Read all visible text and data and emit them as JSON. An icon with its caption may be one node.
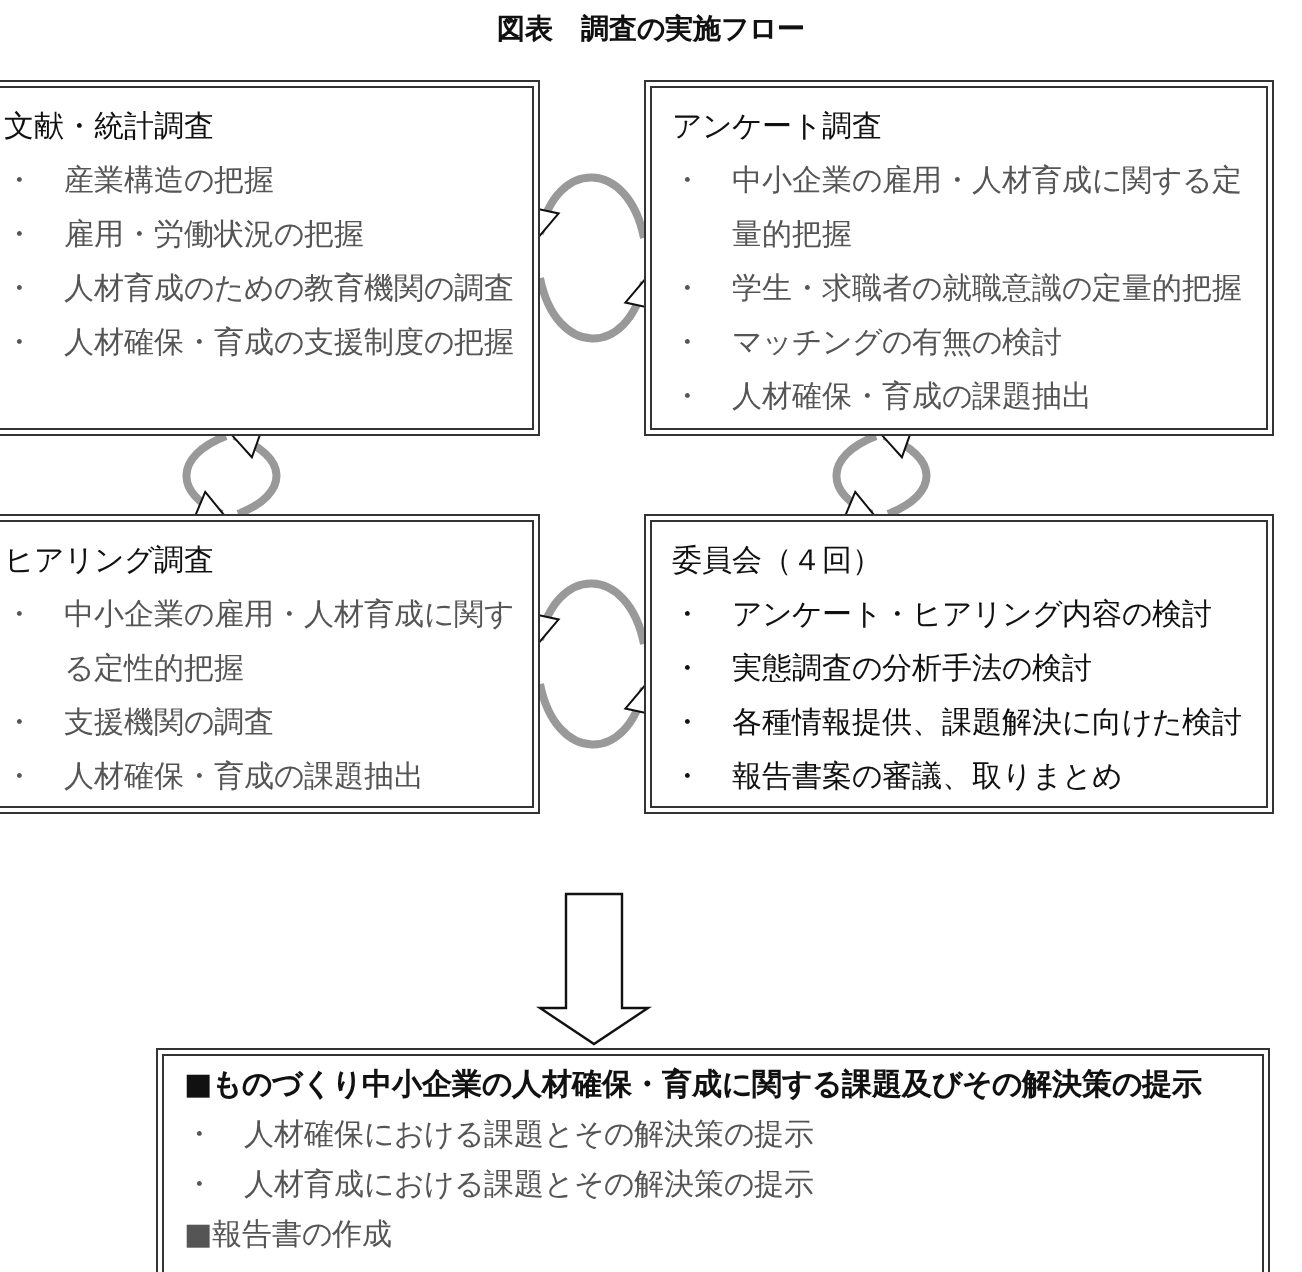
{
  "diagram": {
    "title": "図表　調査の実施フロー",
    "nodes": [
      {
        "text": [
          "文献・統計調査",
          "・　産業構造の把握",
          "・　雇用・労働状況の把握",
          "・　人材育成のための教育機関の調査",
          "・　人材確保・育成の支援制度の把握"
        ]
      },
      {
        "text": [
          "アンケート調査",
          "・　中小企業の雇用・人材育成に関する定量的把握",
          "・　学生・求職者の就職意識の定量的把握",
          "・　マッチングの有無の検討",
          "・　人材確保・育成の課題抽出"
        ]
      },
      {
        "text": [
          "ヒアリング調査",
          "・　中小企業の雇用・人材育成に関する定性的把握",
          "・　支援機関の調査",
          "・　人材確保・育成の課題抽出"
        ]
      },
      {
        "text": [
          "委員会（４回）",
          "・　アンケート・ヒアリング内容の検討",
          "・　実態調査の分析手法の検討",
          "・　各種情報提供、課題解決に向けた検討",
          "・　報告書案の審議、取りまとめ"
        ]
      },
      {
        "text": [
          "■ものづくり中小企業の人材確保・育成に関する課題及びその解決策の提示",
          "・　人材確保における課題とその解決策の提示",
          "・　人材育成における課題とその解決策の提示",
          "■報告書の作成"
        ]
      }
    ],
    "edges": [
      {
        "from": 1,
        "to": 0,
        "arrow": "to"
      },
      {
        "from": 0,
        "to": 1,
        "arrow": "to"
      },
      {
        "from": 0,
        "to": 2,
        "arrow": "to"
      },
      {
        "from": 2,
        "to": 0,
        "arrow": "to"
      },
      {
        "from": 1,
        "to": 3,
        "arrow": "to"
      },
      {
        "from": 3,
        "to": 1,
        "arrow": "to"
      },
      {
        "from": 3,
        "to": 2,
        "arrow": "to"
      },
      {
        "from": 2,
        "to": 3,
        "arrow": "to"
      },
      {
        "from": null,
        "to": 4,
        "arrow": "to"
      }
    ]
  }
}
